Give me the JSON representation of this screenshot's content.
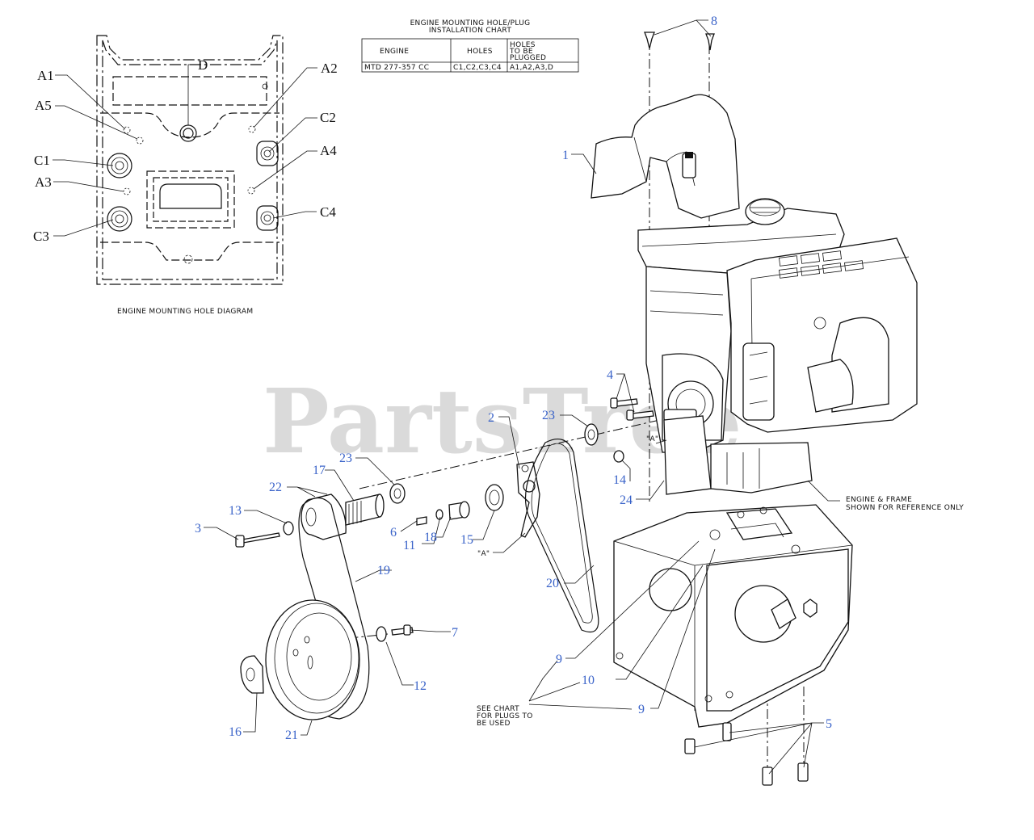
{
  "watermark": "PartsTree",
  "diagram_title": "ENGINE MOUNTING HOLE DIAGRAM",
  "chart": {
    "title_line1": "ENGINE MOUNTING HOLE/PLUG",
    "title_line2": "INSTALLATION CHART",
    "headers": [
      "ENGINE",
      "HOLES",
      "HOLES",
      "TO BE",
      "PLUGGED"
    ],
    "row": {
      "engine": "MTD 277-357 CC",
      "holes": "C1,C2,C3,C4",
      "plugged": "A1,A2,A3,D"
    }
  },
  "hole_labels": [
    "A1",
    "A5",
    "C1",
    "A3",
    "C3",
    "D",
    "A2",
    "C2",
    "A4",
    "C4"
  ],
  "notes": {
    "reference": [
      "ENGINE & FRAME",
      "SHOWN FOR REFERENCE ONLY"
    ],
    "plugs": [
      "SEE CHART",
      "FOR PLUGS TO",
      "BE USED"
    ],
    "a_marks": [
      "\"A\"",
      "\"A\""
    ]
  },
  "callouts": [
    "1",
    "2",
    "3",
    "4",
    "5",
    "6",
    "7",
    "8",
    "9",
    "9",
    "9",
    "10",
    "11",
    "12",
    "13",
    "14",
    "15",
    "16",
    "17",
    "18",
    "19",
    "20",
    "21",
    "22",
    "23",
    "23",
    "24"
  ],
  "colors": {
    "callout": "#3a63c9",
    "line": "#111111",
    "watermark": "#bdbdbd"
  }
}
